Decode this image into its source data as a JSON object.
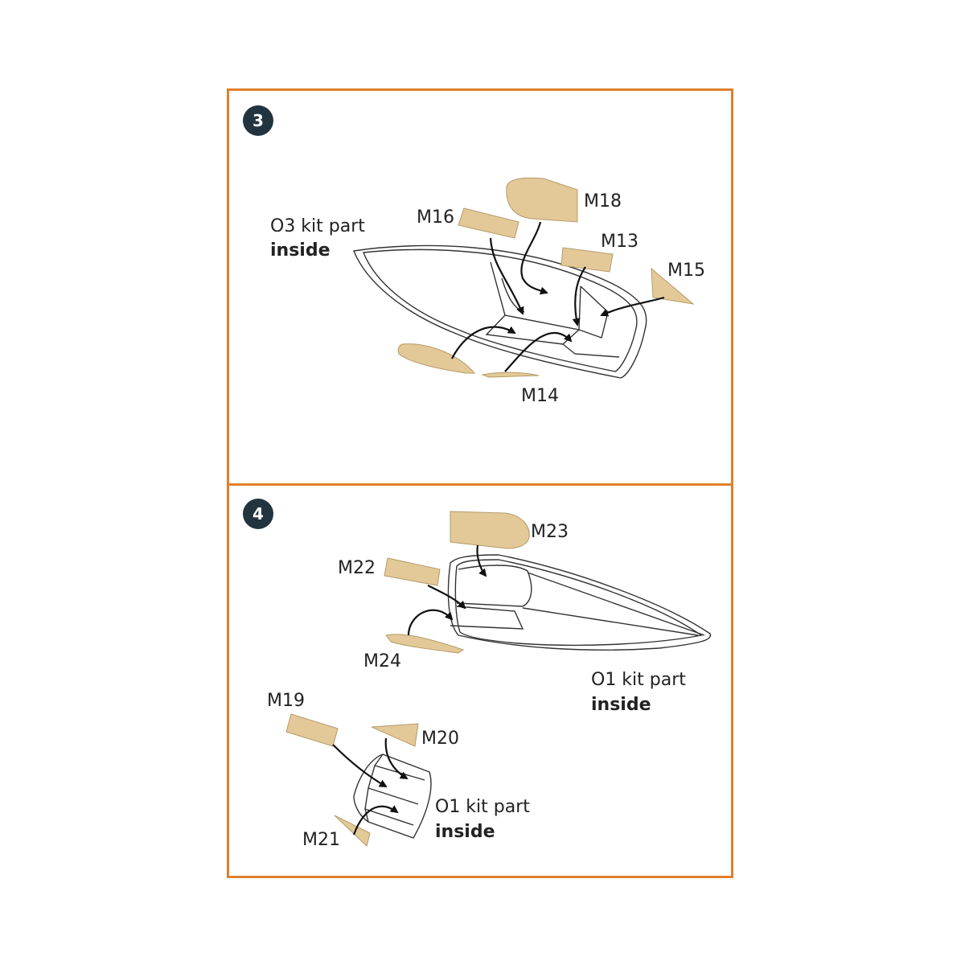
{
  "colors": {
    "frame": "#e07f2c",
    "step_badge": "#22343f",
    "mask_fill": "#e3c998",
    "line": "#333333"
  },
  "step3": {
    "number": "3",
    "note_line1": "O3 kit part",
    "note_line2": "inside",
    "masks": {
      "m18": "M18",
      "m16": "M16",
      "m13": "M13",
      "m15": "M15",
      "m14": "M14"
    }
  },
  "step4": {
    "number": "4",
    "masks": {
      "m23": "M23",
      "m22": "M22",
      "m24": "M24",
      "m19": "M19",
      "m20": "M20",
      "m21": "M21"
    },
    "note_a_line1": "O1 kit part",
    "note_a_line2": "inside",
    "note_b_line1": "O1 kit part",
    "note_b_line2": "inside"
  }
}
